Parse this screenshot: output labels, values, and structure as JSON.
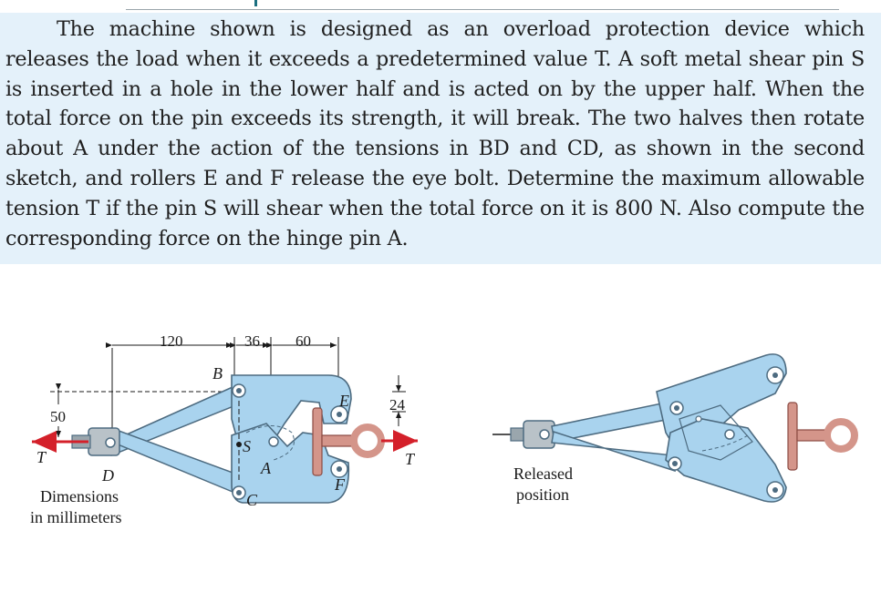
{
  "problem": {
    "text": "The machine shown is designed as an overload protection device which releases the load when it exceeds a predetermined value T. A soft metal shear pin S is inserted in a hole in the lower half and is acted on by the upper half. When the total force on the pin exceeds its strength, it will break. The two halves then rotate about A under the action of the tensions in BD and CD, as shown in the second sketch, and rollers E and F release the eye bolt. Determine the maximum allowable tension T if the pin S will shear when the total force on it is 800 N. Also compute the corresponding force on the hinge pin A."
  },
  "figure": {
    "dimensions": {
      "d120": "120",
      "d36": "36",
      "d60": "60",
      "d24": "24",
      "d50": "50"
    },
    "labels": {
      "B": "B",
      "C": "C",
      "D": "D",
      "E": "E",
      "F": "F",
      "S": "S",
      "A": "A",
      "T_left": "T",
      "T_right": "T"
    },
    "caption_units_line1": "Dimensions",
    "caption_units_line2": "in millimeters",
    "released_line1": "Released",
    "released_line2": "position"
  },
  "colors": {
    "panel_bg": "#e4f1fa",
    "part_fill": "#a9d3ee",
    "part_stroke": "#4d6b80",
    "force_arrow": "#d4202a",
    "eyebolt": "#d4958a"
  }
}
